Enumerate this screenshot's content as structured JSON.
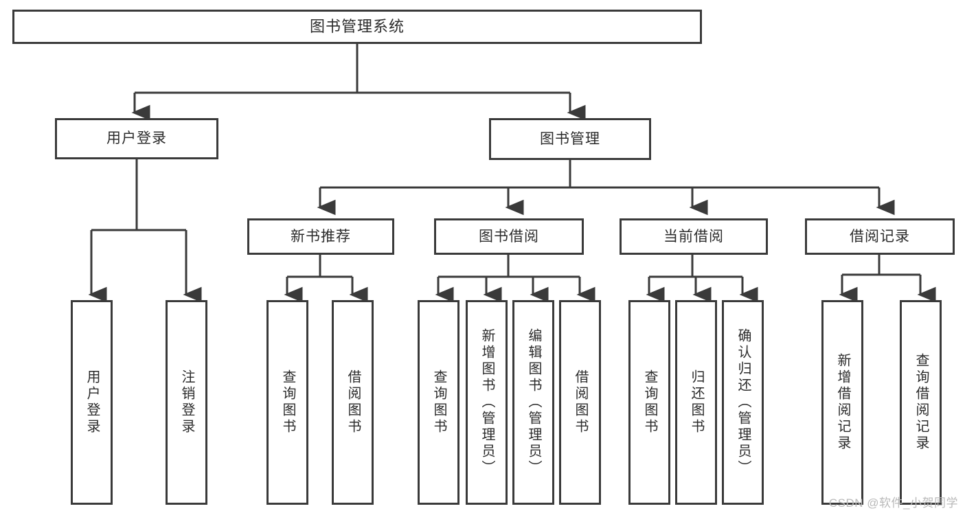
{
  "diagram": {
    "title": "图书管理系统",
    "type": "hierarchy-tree",
    "stroke_color": "#3a3a3a",
    "text_color": "#2b2b2b",
    "background_color": "#ffffff"
  },
  "root": {
    "label": "图书管理系统"
  },
  "level2": [
    {
      "label": "用户登录"
    },
    {
      "label": "图书管理"
    }
  ],
  "level3": [
    {
      "label": "新书推荐"
    },
    {
      "label": "图书借阅"
    },
    {
      "label": "当前借阅"
    },
    {
      "label": "借阅记录"
    }
  ],
  "leaves": {
    "user_login": [
      {
        "label": "用户登录"
      },
      {
        "label": "注销登录"
      }
    ],
    "new_book_recommend": [
      {
        "label": "查询图书"
      },
      {
        "label": "借阅图书"
      }
    ],
    "book_borrow": [
      {
        "label": "查询图书"
      },
      {
        "label": "新增图书（管理员）"
      },
      {
        "label": "编辑图书（管理员）"
      },
      {
        "label": "借阅图书"
      }
    ],
    "current_borrow": [
      {
        "label": "查询图书"
      },
      {
        "label": "归还图书"
      },
      {
        "label": "确认归还（管理员）"
      }
    ],
    "borrow_record": [
      {
        "label": "新增借阅记录"
      },
      {
        "label": "查询借阅记录"
      }
    ]
  },
  "watermark": {
    "text": "CSDN @软件_小贺同学"
  }
}
